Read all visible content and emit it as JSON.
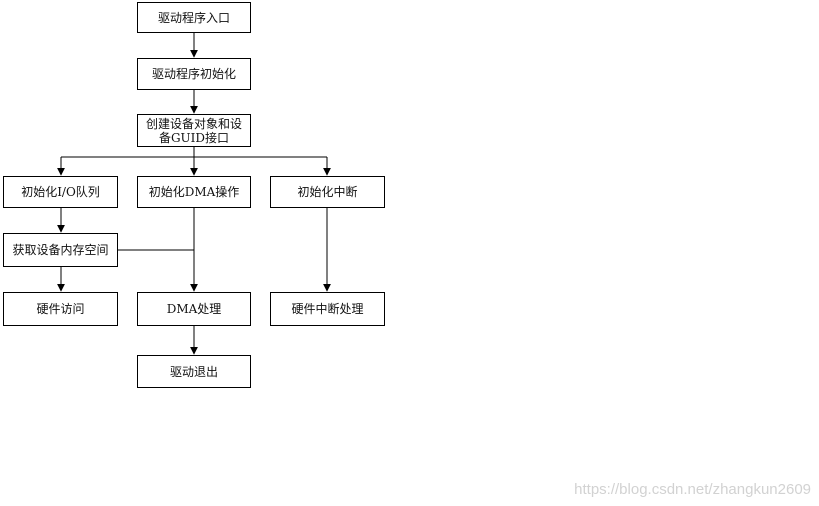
{
  "nodes": {
    "entry": "驱动程序入口",
    "init": "驱动程序初始化",
    "create_line1": "创建设备对象和设",
    "create_line2": "备GUID接口",
    "io_queue": "初始化I/O队列",
    "dma_op": "初始化DMA操作",
    "interrupt_init": "初始化中断",
    "mem_space": "获取设备内存空间",
    "hw_access": "硬件访问",
    "dma_process": "DMA处理",
    "hw_interrupt": "硬件中断处理",
    "exit": "驱动退出"
  },
  "watermark": "https://blog.csdn.net/zhangkun2609"
}
